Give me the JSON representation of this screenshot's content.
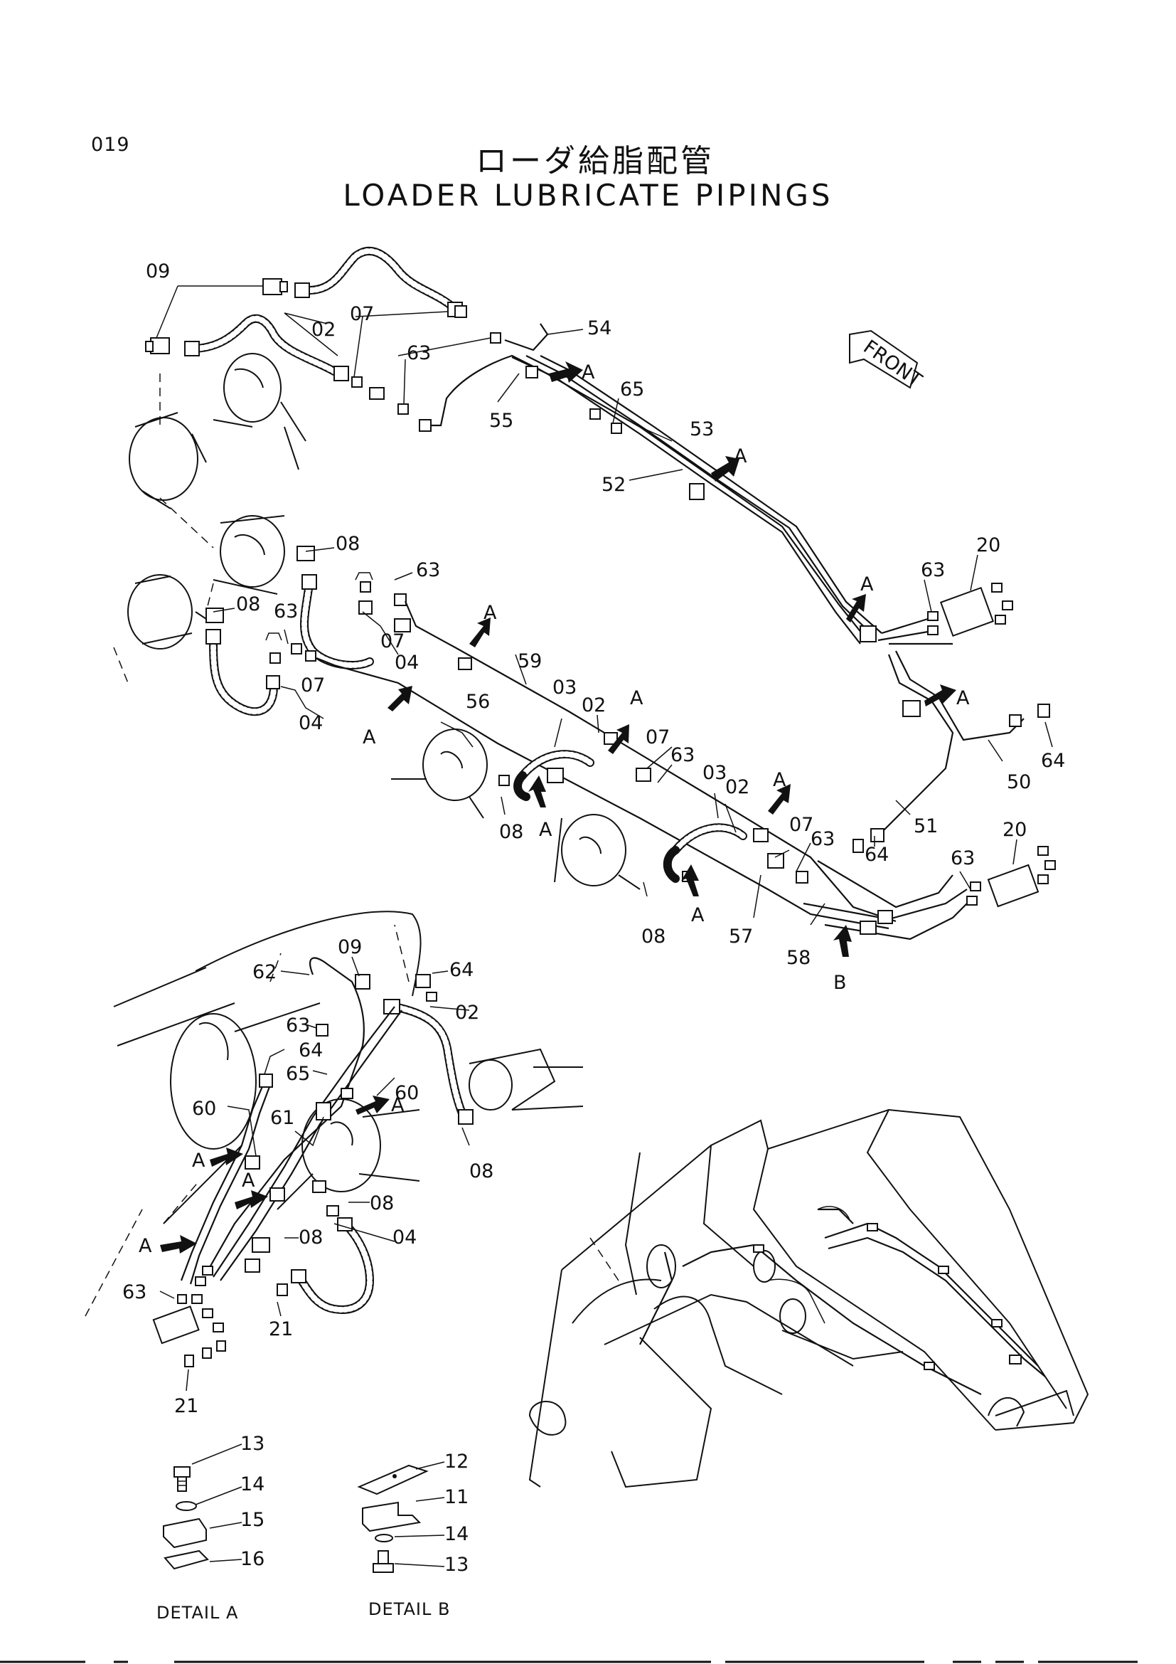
{
  "page": {
    "number": "019",
    "title_jp": "ローダ給脂配管",
    "title_en": "LOADER LUBRICATE PIPINGS",
    "front_label": "FRONT"
  },
  "top_labels": {
    "l09": "09",
    "l02": "02",
    "l07": "07",
    "l63": "63",
    "l54": "54",
    "lA1": "A",
    "l55": "55",
    "l65": "65",
    "l53": "53",
    "lA2": "A",
    "l52": "52"
  },
  "middle_labels": {
    "l08a": "08",
    "l08b": "08",
    "l63a": "63",
    "l63b": "63",
    "l07a": "07",
    "l04a": "04",
    "l07b": "07",
    "l04b": "04",
    "lAa": "A",
    "lAb": "A",
    "l59": "59",
    "l56": "56",
    "l03a": "03",
    "l02a": "02",
    "lAc": "A",
    "l07c": "07",
    "l63c": "63",
    "l03b": "03",
    "l02b": "02",
    "lAd": "A",
    "l07d": "07",
    "l63d": "63",
    "lAe": "A",
    "l08c": "08",
    "l08d": "08",
    "lAf": "A",
    "l57": "57",
    "l58": "58",
    "lB": "B",
    "l20a": "20",
    "l63e": "63",
    "lAg": "A",
    "lAh": "A",
    "l64a": "64",
    "l50": "50",
    "l51": "51",
    "l64b": "64",
    "l20b": "20",
    "l63f": "63"
  },
  "lower_labels": {
    "l09": "09",
    "l62": "62",
    "l64a": "64",
    "l02": "02",
    "l63a": "63",
    "l64b": "64",
    "l65": "65",
    "l60a": "60",
    "l60b": "60",
    "lAa": "A",
    "l61": "61",
    "lAb": "A",
    "l08a": "08",
    "lAc": "A",
    "l08b": "08",
    "l08c": "08",
    "l04": "04",
    "lAd": "A",
    "l63b": "63",
    "l21a": "21",
    "l21b": "21"
  },
  "detail_labels": {
    "a13": "13",
    "a14": "14",
    "a15": "15",
    "a16": "16",
    "b12": "12",
    "b11": "11",
    "b14": "14",
    "b13": "13",
    "detail_a": "DETAIL A",
    "detail_b": "DETAIL B"
  }
}
